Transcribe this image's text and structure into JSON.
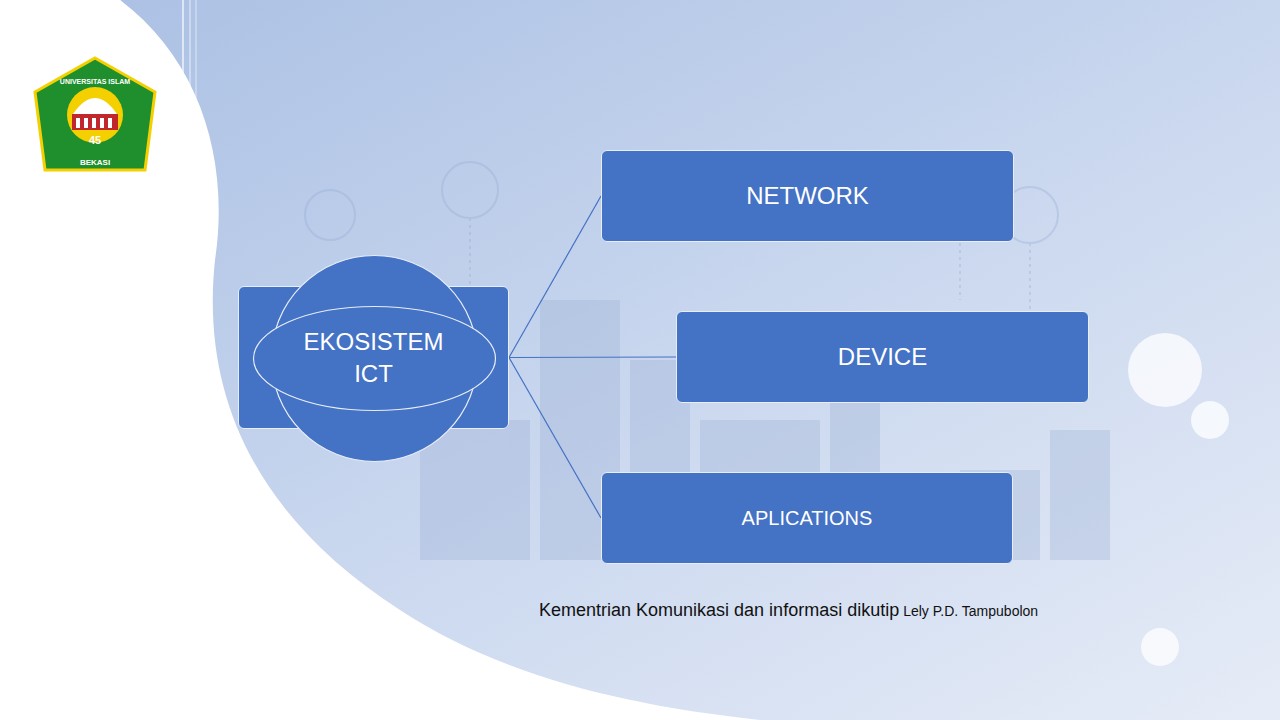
{
  "diagram": {
    "caption": "Kementrian Komunikasi dan informasi dikutip",
    "nodes": [
      {
        "text": [
          "EKOSISTEM ICT"
        ]
      },
      {
        "text": [
          "NETWORK"
        ]
      },
      {
        "text": [
          "DEVICE"
        ]
      },
      {
        "text": [
          "APLICATIONS"
        ]
      }
    ],
    "edges": [
      {
        "from": 0,
        "to": 1,
        "arrow": "none"
      },
      {
        "from": 0,
        "to": 2,
        "arrow": "none"
      },
      {
        "from": 0,
        "to": 3,
        "arrow": "none"
      }
    ],
    "labels": [
      "Lely P.D. Tampubolon",
      "UNIVERSITAS ISLAM",
      "45",
      "BEKASI"
    ]
  }
}
